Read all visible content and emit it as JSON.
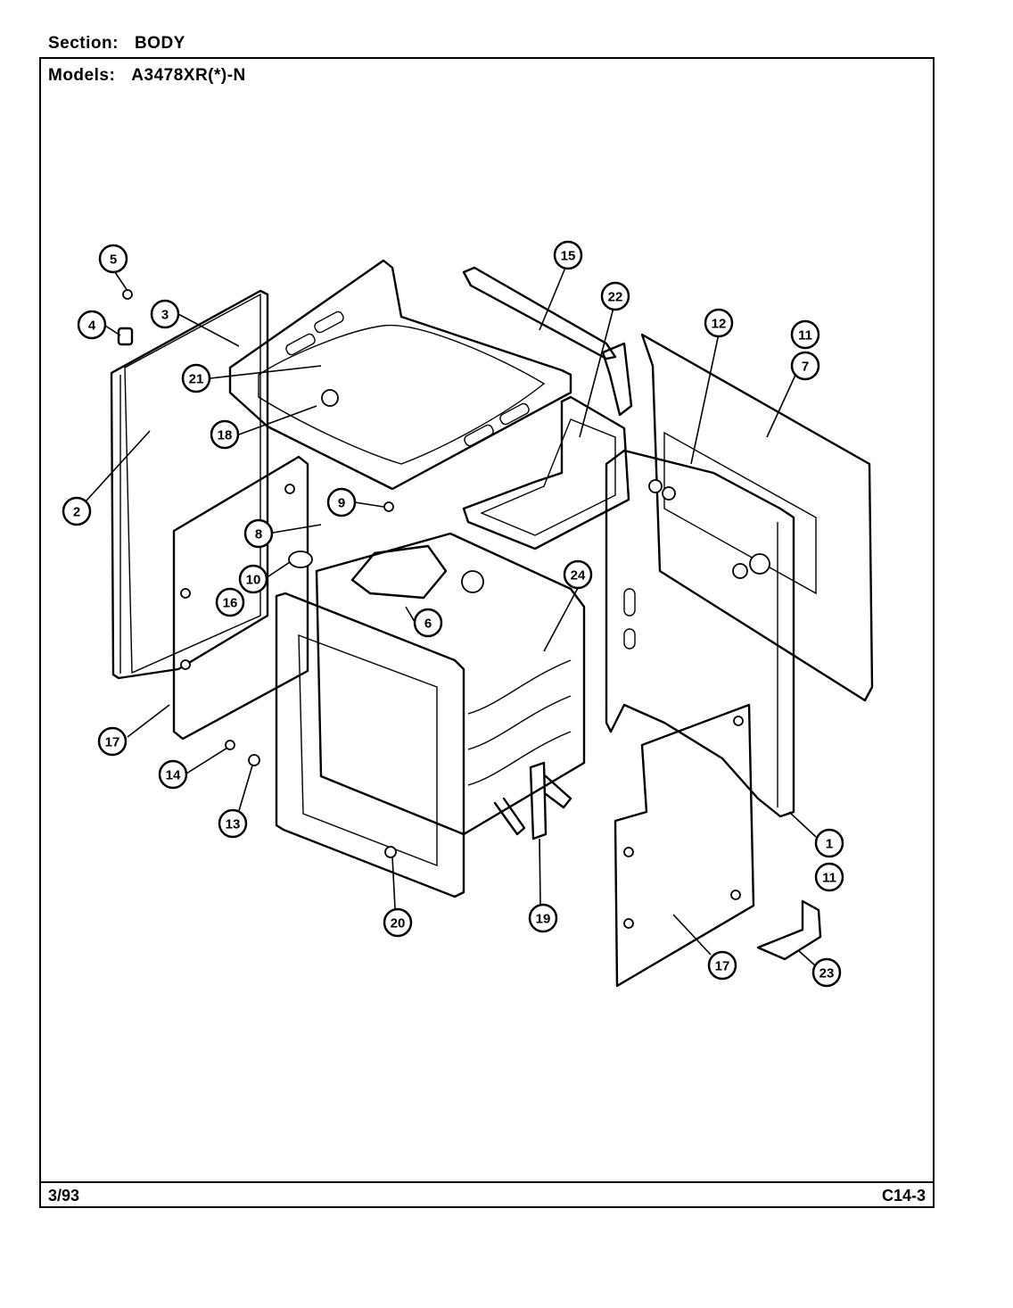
{
  "header": {
    "section_label": "Section:",
    "section_value": "BODY",
    "models_label": "Models:",
    "models_value": "A3478XR(*)-N"
  },
  "footer": {
    "date": "3/93",
    "page_ref": "C14-3"
  },
  "callouts": [
    "5",
    "4",
    "3",
    "21",
    "18",
    "2",
    "9",
    "8",
    "10",
    "16",
    "6",
    "17",
    "14",
    "13",
    "20",
    "19",
    "15",
    "22",
    "24",
    "12",
    "11",
    "7",
    "1",
    "11",
    "17",
    "23"
  ]
}
